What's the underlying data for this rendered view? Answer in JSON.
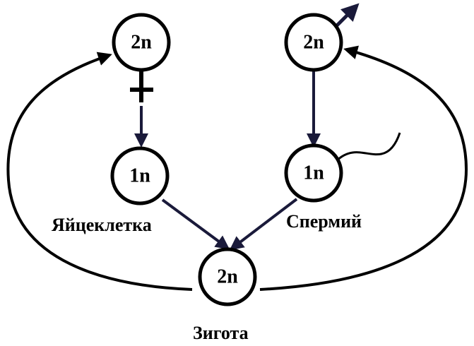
{
  "colors": {
    "outline": "#000000",
    "arrow": "#1a1a3a",
    "background": "#ffffff"
  },
  "nodes": {
    "female_parent": "2n",
    "male_parent": "2n",
    "egg": "1n",
    "sperm": "1n",
    "zygote": "2n"
  },
  "labels": {
    "egg": "Яйцеклетка",
    "sperm": "Спермий",
    "zygote": "Зигота"
  },
  "symbols": {
    "female": "female-symbol",
    "male": "male-symbol"
  }
}
